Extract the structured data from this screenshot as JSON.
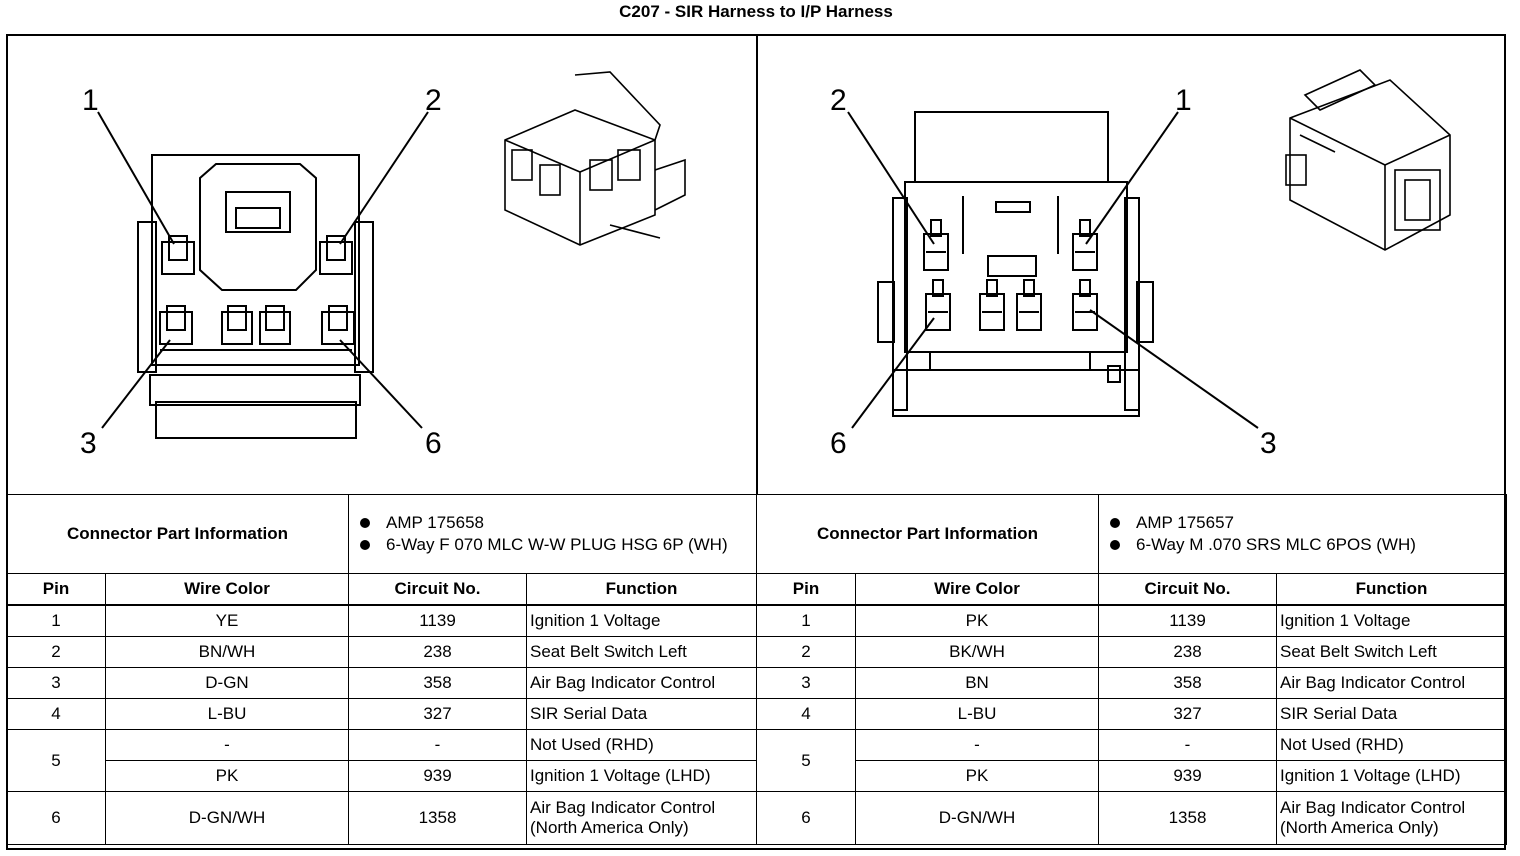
{
  "title": "C207 - SIR Harness to I/P Harness",
  "left": {
    "callouts": [
      "1",
      "2",
      "3",
      "6"
    ],
    "part_info_label": "Connector Part Information",
    "part_info": [
      "AMP 175658",
      "6-Way F 070 MLC W-W PLUG HSG 6P (WH)"
    ],
    "headers": [
      "Pin",
      "Wire Color",
      "Circuit No.",
      "Function"
    ],
    "rows": [
      {
        "pin": "1",
        "color": "YE",
        "circuit": "1139",
        "function": "Ignition 1 Voltage"
      },
      {
        "pin": "2",
        "color": "BN/WH",
        "circuit": "238",
        "function": "Seat Belt Switch Left"
      },
      {
        "pin": "3",
        "color": "D-GN",
        "circuit": "358",
        "function": "Air Bag Indicator Control"
      },
      {
        "pin": "4",
        "color": "L-BU",
        "circuit": "327",
        "function": "SIR Serial Data"
      },
      {
        "pin": "5",
        "color": "-",
        "circuit": "-",
        "function": "Not Used (RHD)"
      },
      {
        "pin": "",
        "color": "PK",
        "circuit": "939",
        "function": "Ignition 1 Voltage (LHD)"
      },
      {
        "pin": "6",
        "color": "D-GN/WH",
        "circuit": "1358",
        "function": "Air Bag Indicator Control (North America Only)"
      }
    ]
  },
  "right": {
    "callouts": [
      "2",
      "1",
      "6",
      "3"
    ],
    "part_info_label": "Connector Part Information",
    "part_info": [
      "AMP 175657",
      "6-Way M .070 SRS MLC 6POS (WH)"
    ],
    "headers": [
      "Pin",
      "Wire Color",
      "Circuit No.",
      "Function"
    ],
    "rows": [
      {
        "pin": "1",
        "color": "PK",
        "circuit": "1139",
        "function": "Ignition 1 Voltage"
      },
      {
        "pin": "2",
        "color": "BK/WH",
        "circuit": "238",
        "function": "Seat Belt Switch Left"
      },
      {
        "pin": "3",
        "color": "BN",
        "circuit": "358",
        "function": "Air Bag Indicator Control"
      },
      {
        "pin": "4",
        "color": "L-BU",
        "circuit": "327",
        "function": "SIR Serial Data"
      },
      {
        "pin": "5",
        "color": "-",
        "circuit": "-",
        "function": "Not Used (RHD)"
      },
      {
        "pin": "",
        "color": "PK",
        "circuit": "939",
        "function": "Ignition 1 Voltage (LHD)"
      },
      {
        "pin": "6",
        "color": "D-GN/WH",
        "circuit": "1358",
        "function": "Air Bag Indicator Control (North America Only)"
      }
    ]
  }
}
